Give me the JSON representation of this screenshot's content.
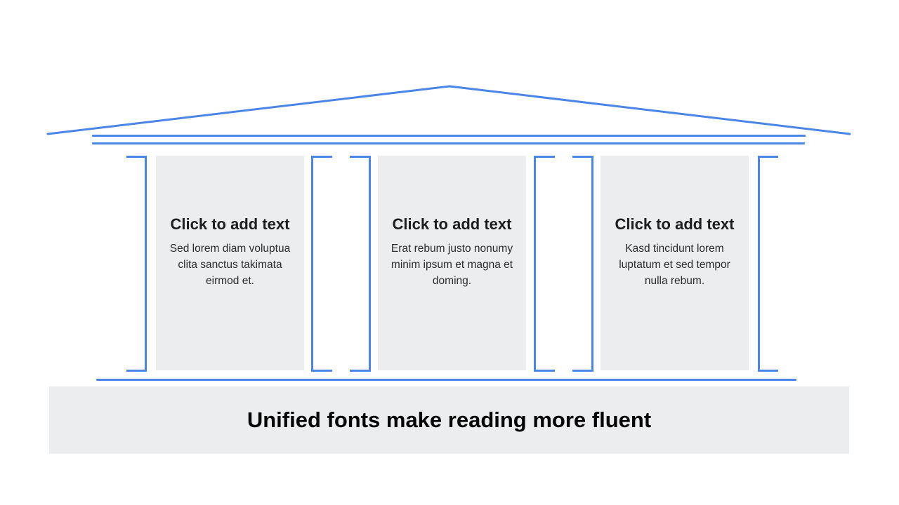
{
  "slide": {
    "title": "Unified fonts make reading more fluent"
  },
  "cards": [
    {
      "heading": "Click to add text",
      "body": "Sed lorem diam voluptua clita sanctus takimata eirmod et."
    },
    {
      "heading": "Click to add text",
      "body": "Erat rebum justo nonumy minim ipsum et magna et doming."
    },
    {
      "heading": "Click to add text",
      "body": "Kasd tincidunt lorem luptatum et sed tempor nulla rebum."
    }
  ],
  "colors": {
    "accent": "#4a86e8",
    "panel": "#ecedee",
    "heading_text": "#1c1d1f",
    "body_text": "#2a2b2d",
    "title_text": "#050506",
    "background": "#ffffff"
  }
}
